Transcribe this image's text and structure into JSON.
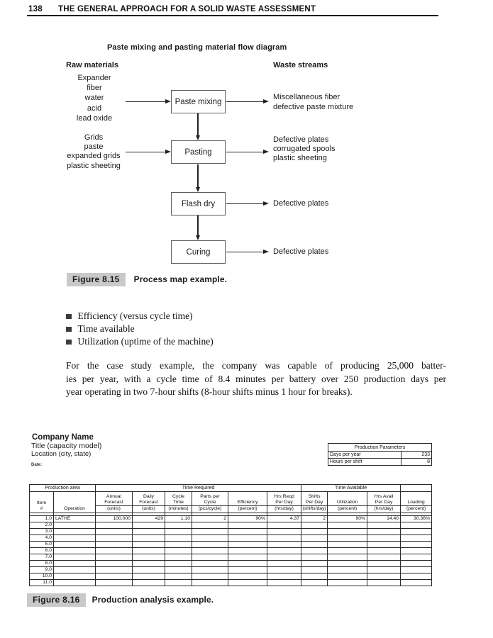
{
  "page": {
    "number": "138",
    "header_title": "THE GENERAL APPROACH FOR A SOLID WASTE ASSESSMENT"
  },
  "diagram": {
    "title": "Paste mixing and pasting material flow diagram",
    "left_header": "Raw materials",
    "right_header": "Waste streams",
    "stages": [
      {
        "box": "Paste mixing",
        "inputs": [
          "Expander",
          "fiber",
          "water",
          "acid",
          "lead oxide"
        ],
        "outputs": [
          "Miscellaneous fiber",
          "defective paste mixture"
        ]
      },
      {
        "box": "Pasting",
        "inputs": [
          "Grids",
          "paste",
          "expanded grids",
          "plastic sheeting"
        ],
        "outputs": [
          "Defective plates",
          "corrugated spools",
          "plastic sheeting"
        ]
      },
      {
        "box": "Flash dry",
        "inputs": [],
        "outputs": [
          "Defective plates"
        ]
      },
      {
        "box": "Curing",
        "inputs": [],
        "outputs": [
          "Defective plates"
        ]
      }
    ]
  },
  "figure15": {
    "label": "Figure 8.15",
    "caption": "Process map example."
  },
  "bullets": [
    "Efficiency (versus cycle time)",
    "Time available",
    "Utilization (uptime of the machine)"
  ],
  "paragraph_lines": [
    "For the case study example, the company was capable of producing 25,000 batter-",
    "ies per year, with a cycle time of 8.4 minutes per battery over 250 production days per",
    "year operating in two 7-hour shifts (8-hour shifts minus 1 hour for breaks)."
  ],
  "worksheet": {
    "company_name": "Company Name",
    "title_line": "Title (capacity model)",
    "location_line": "Location (city, state)",
    "date_label": "Date:",
    "production_parameters": {
      "title": "Production Parameters",
      "rows": [
        {
          "label": "Days per year",
          "value": "233"
        },
        {
          "label": "Hours per shift",
          "value": "8"
        }
      ]
    },
    "table": {
      "group_headers": [
        {
          "label": "Production area",
          "span": 2
        },
        {
          "label": "Time Required",
          "span": 6
        },
        {
          "label": "Time Available",
          "span": 3
        },
        {
          "label": "",
          "span": 1
        }
      ],
      "columns": [
        {
          "top": [
            "Item"
          ],
          "unit": "#",
          "divider": false
        },
        {
          "top": [
            ""
          ],
          "unit": "Operation",
          "divider": false
        },
        {
          "top": [
            "Annual",
            "Forecast"
          ],
          "unit": "(units)",
          "divider": true
        },
        {
          "top": [
            "Daily",
            "Forecast"
          ],
          "unit": "(units)",
          "divider": true
        },
        {
          "top": [
            "Cycle",
            "Time"
          ],
          "unit": "(minutes)",
          "divider": true
        },
        {
          "top": [
            "Parts per",
            "Cycle"
          ],
          "unit": "(pcs/cycle)",
          "divider": true
        },
        {
          "top": [
            "Efficiency"
          ],
          "unit": "(percent)",
          "divider": true
        },
        {
          "top": [
            "Hrs Reqd",
            "Per Day"
          ],
          "unit": "(hrs/day)",
          "divider": true
        },
        {
          "top": [
            "Shifts",
            "Per Day"
          ],
          "unit": "(shifts/day)",
          "divider": true
        },
        {
          "top": [
            "Utilization"
          ],
          "unit": "(percent)",
          "divider": true
        },
        {
          "top": [
            "Hrs Avail",
            "Per Day"
          ],
          "unit": "(hrs/day)",
          "divider": true
        },
        {
          "top": [
            "Loading"
          ],
          "unit": "(percent)",
          "divider": true
        }
      ],
      "rows": [
        [
          "1.0",
          "LATHE",
          "100,000",
          "429",
          "1.10",
          "2",
          "90%",
          "4.37",
          "2",
          "90%",
          "14.40",
          "30.36%"
        ],
        [
          "2.0",
          "",
          "",
          "",
          "",
          "",
          "",
          "",
          "",
          "",
          "",
          ""
        ],
        [
          "3.0",
          "",
          "",
          "",
          "",
          "",
          "",
          "",
          "",
          "",
          "",
          ""
        ],
        [
          "4.0",
          "",
          "",
          "",
          "",
          "",
          "",
          "",
          "",
          "",
          "",
          ""
        ],
        [
          "5.0",
          "",
          "",
          "",
          "",
          "",
          "",
          "",
          "",
          "",
          "",
          ""
        ],
        [
          "6.0",
          "",
          "",
          "",
          "",
          "",
          "",
          "",
          "",
          "",
          "",
          ""
        ],
        [
          "7.0",
          "",
          "",
          "",
          "",
          "",
          "",
          "",
          "",
          "",
          "",
          ""
        ],
        [
          "8.0",
          "",
          "",
          "",
          "",
          "",
          "",
          "",
          "",
          "",
          "",
          ""
        ],
        [
          "9.0",
          "",
          "",
          "",
          "",
          "",
          "",
          "",
          "",
          "",
          "",
          ""
        ],
        [
          "10.0",
          "",
          "",
          "",
          "",
          "",
          "",
          "",
          "",
          "",
          "",
          ""
        ],
        [
          "11.0",
          "",
          "",
          "",
          "",
          "",
          "",
          "",
          "",
          "",
          "",
          ""
        ]
      ]
    }
  },
  "figure16": {
    "label": "Figure 8.16",
    "caption": "Production analysis example."
  }
}
